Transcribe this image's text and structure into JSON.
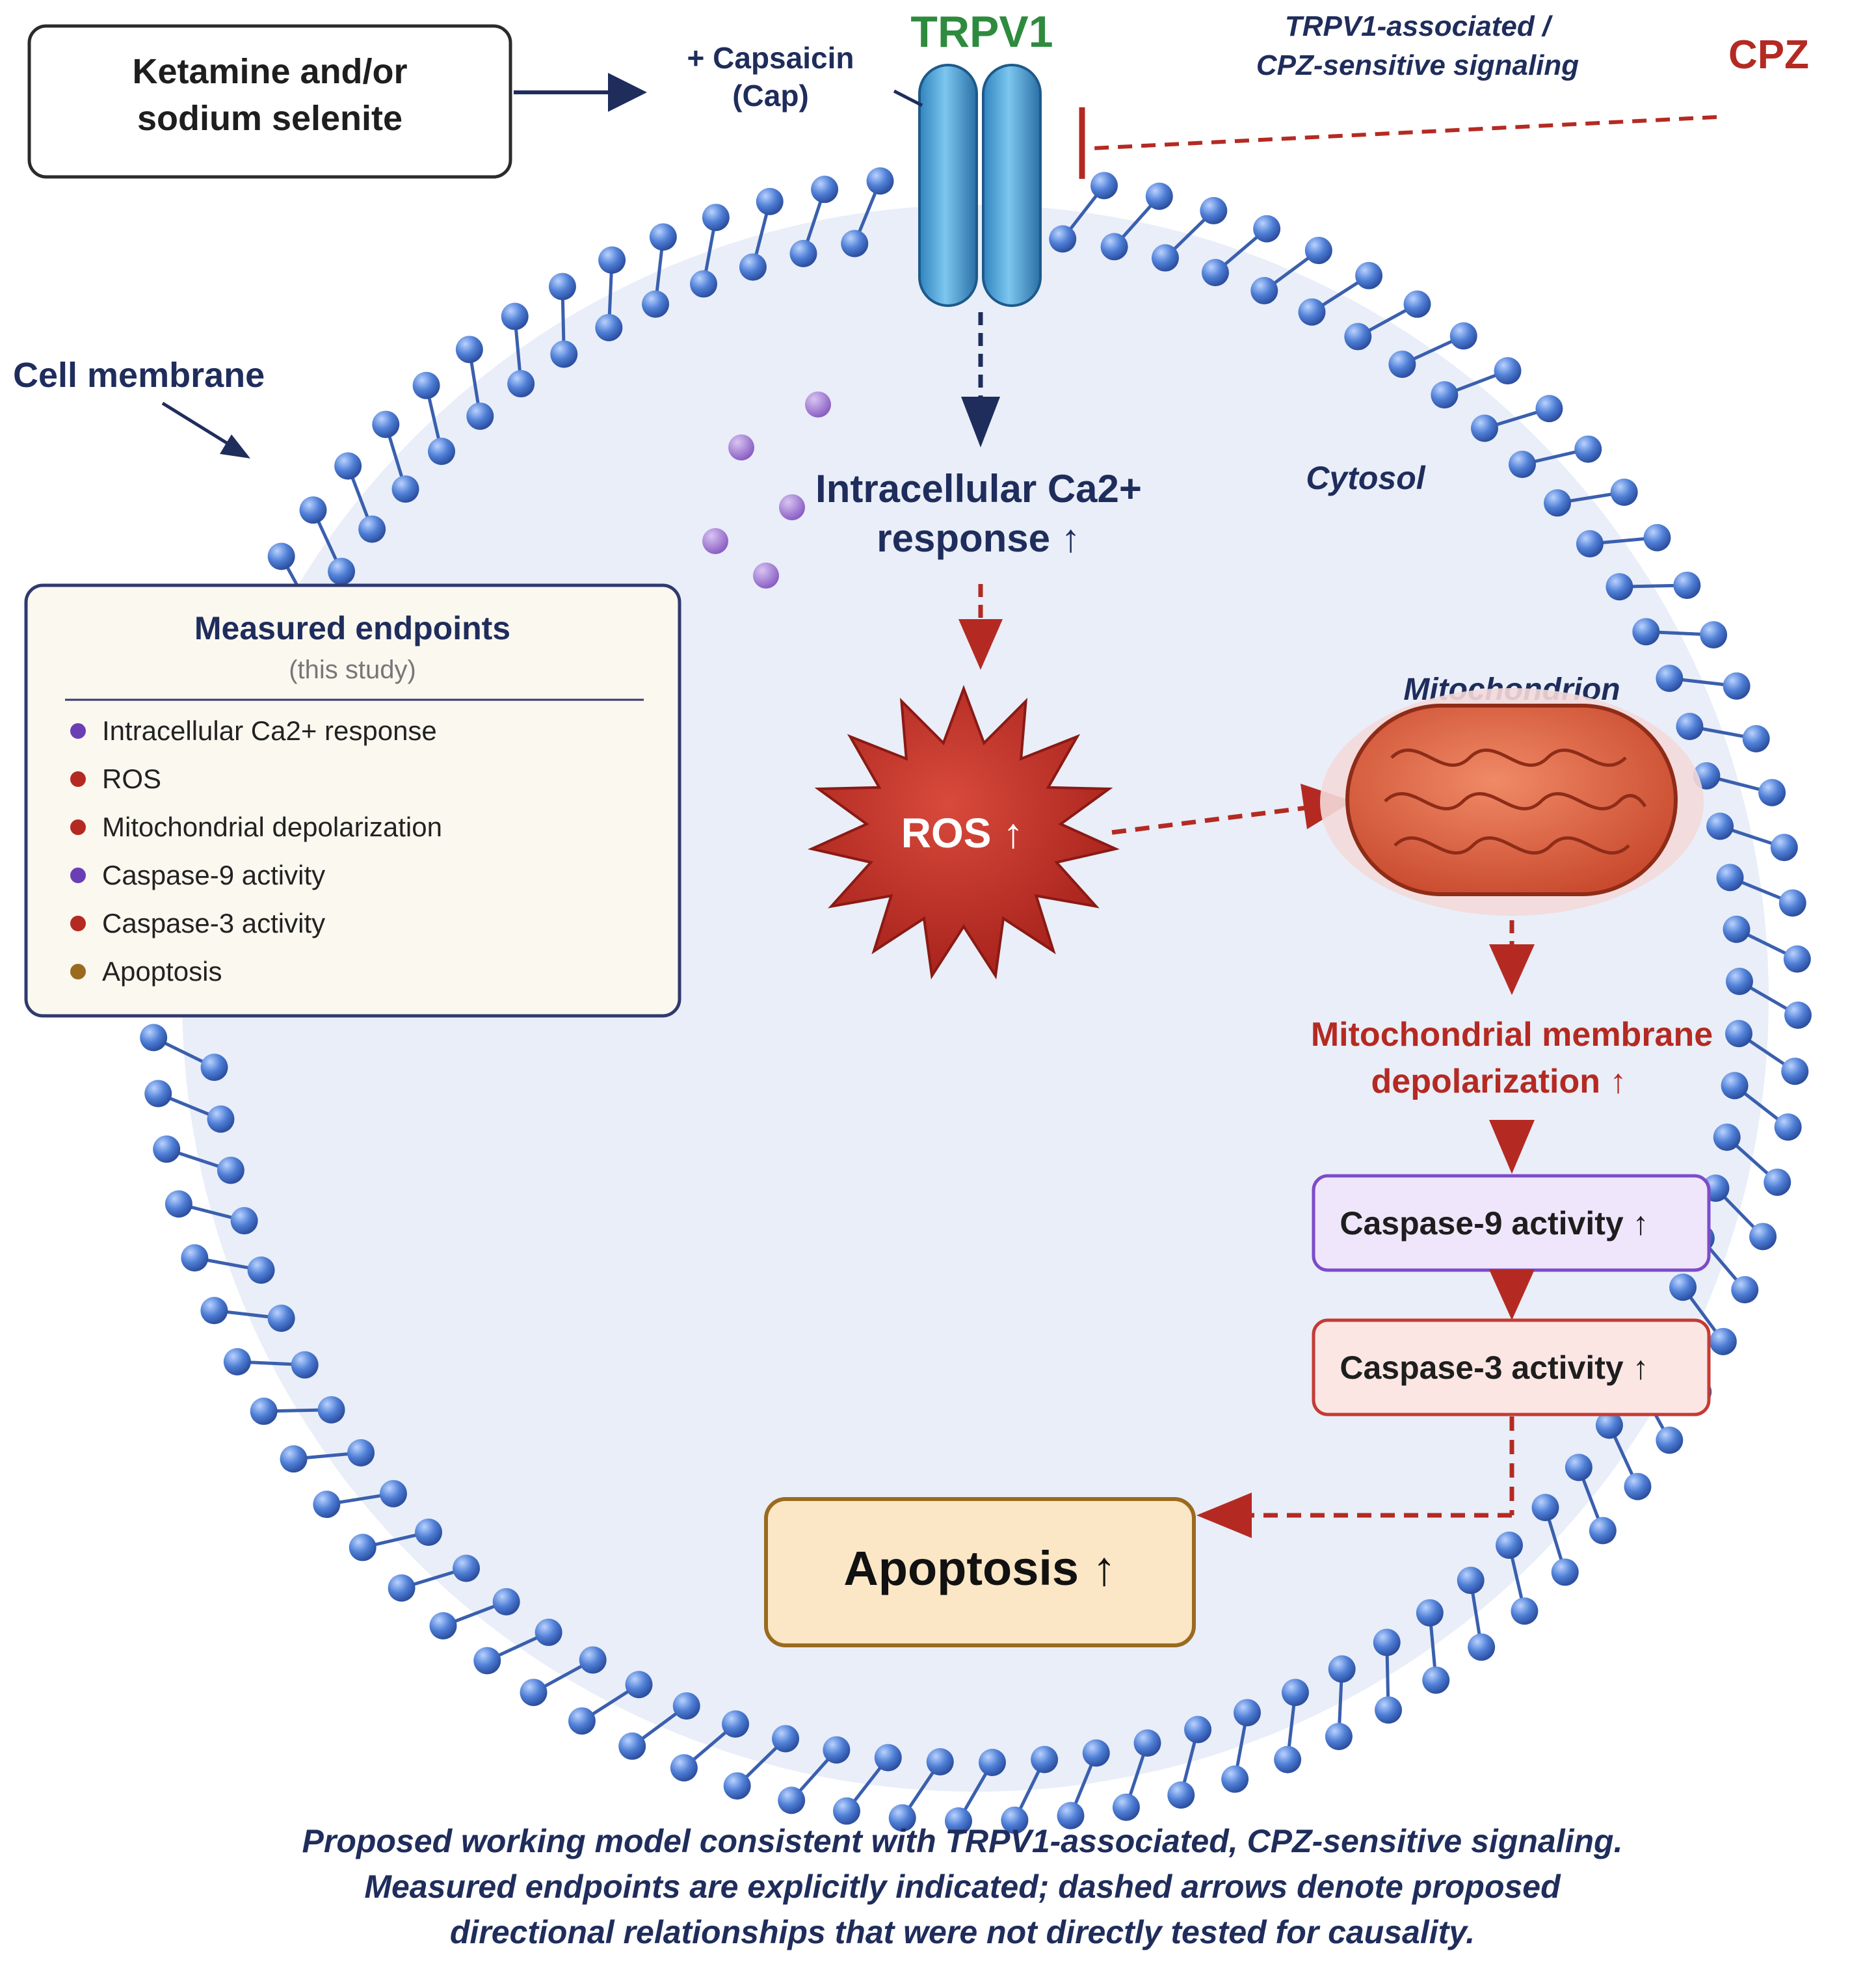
{
  "input_box": {
    "line1": "Ketamine and/or",
    "line2": "sodium selenite"
  },
  "capsaicin": {
    "line1": "+ Capsaicin",
    "line2": "(Cap)"
  },
  "trpv1_label": "TRPV1",
  "signaling_label": {
    "line1": "TRPV1-associated /",
    "line2": "CPZ-sensitive signaling"
  },
  "cpz_label": "CPZ",
  "cell_membrane_label": "Cell membrane",
  "cytosol_label": "Cytosol",
  "calcium_response": {
    "line1": "Intracellular Ca2+",
    "line2": "response ↑"
  },
  "ros_label": "ROS ↑",
  "mitochondrion_label": "Mitochondrion",
  "mito_depolarization": {
    "line1": "Mitochondrial membrane",
    "line2": "depolarization ↑"
  },
  "caspase9_label": "Caspase-9 activity ↑",
  "caspase3_label": "Caspase-3 activity ↑",
  "apoptosis_label": "Apoptosis ↑",
  "endpoints_panel": {
    "title": "Measured endpoints",
    "subtitle": "(this study)",
    "items": [
      {
        "label": "Intracellular Ca2+ response",
        "color": "#6a3fb5"
      },
      {
        "label": "ROS",
        "color": "#b42a22"
      },
      {
        "label": "Mitochondrial depolarization",
        "color": "#b42a22"
      },
      {
        "label": "Caspase-9 activity",
        "color": "#6a3fb5"
      },
      {
        "label": "Caspase-3 activity",
        "color": "#b42a22"
      },
      {
        "label": "Apoptosis",
        "color": "#9a6a1f"
      }
    ]
  },
  "caption": {
    "line1": "Proposed working model consistent with TRPV1-associated, CPZ-sensitive signaling.",
    "line2": "Measured endpoints are explicitly indicated; dashed arrows denote proposed",
    "line3": "directional relationships that were not directly tested for causality."
  },
  "colors": {
    "navy": "#1f2d5c",
    "red": "#b42a22",
    "trpv1_green": "#2e8b3e",
    "cytosol_fill": "#e9eef8",
    "lipid_blue": "#4f7fd6",
    "caspase9_border": "#7d4bc9",
    "caspase9_fill": "#efe6fb",
    "caspase3_border": "#c43b34",
    "caspase3_fill": "#fbe6e4",
    "apoptosis_border": "#9a6a1f",
    "apoptosis_fill": "#fbe6c6",
    "panel_fill": "#fbf8f0",
    "panel_border": "#2f3a6e"
  }
}
